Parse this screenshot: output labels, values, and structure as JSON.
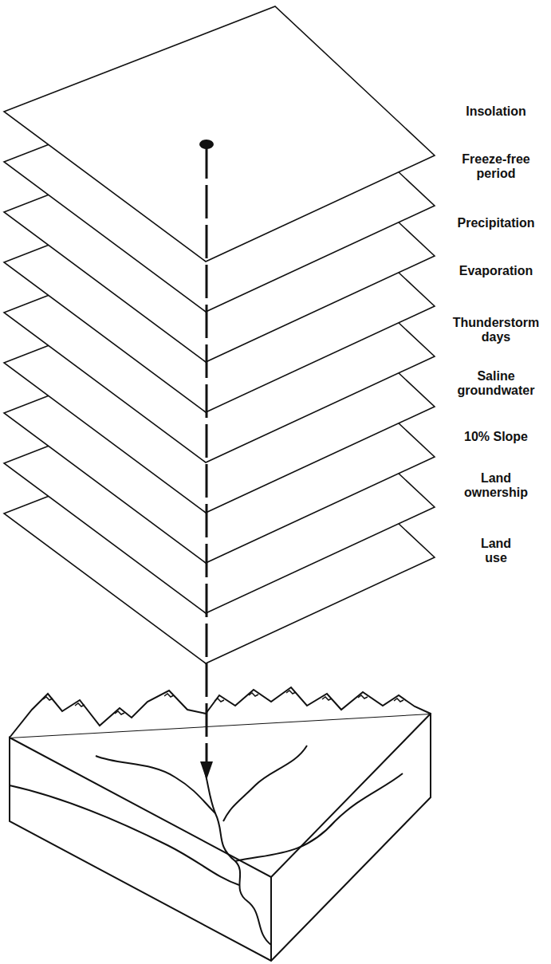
{
  "diagram": {
    "labels": [
      "Insolation",
      "Freeze-free period",
      "Precipitation",
      "Evaporation",
      "Thunderstorm days",
      "Saline groundwater",
      "10% Slope",
      "Land ownership",
      "Land use"
    ]
  }
}
